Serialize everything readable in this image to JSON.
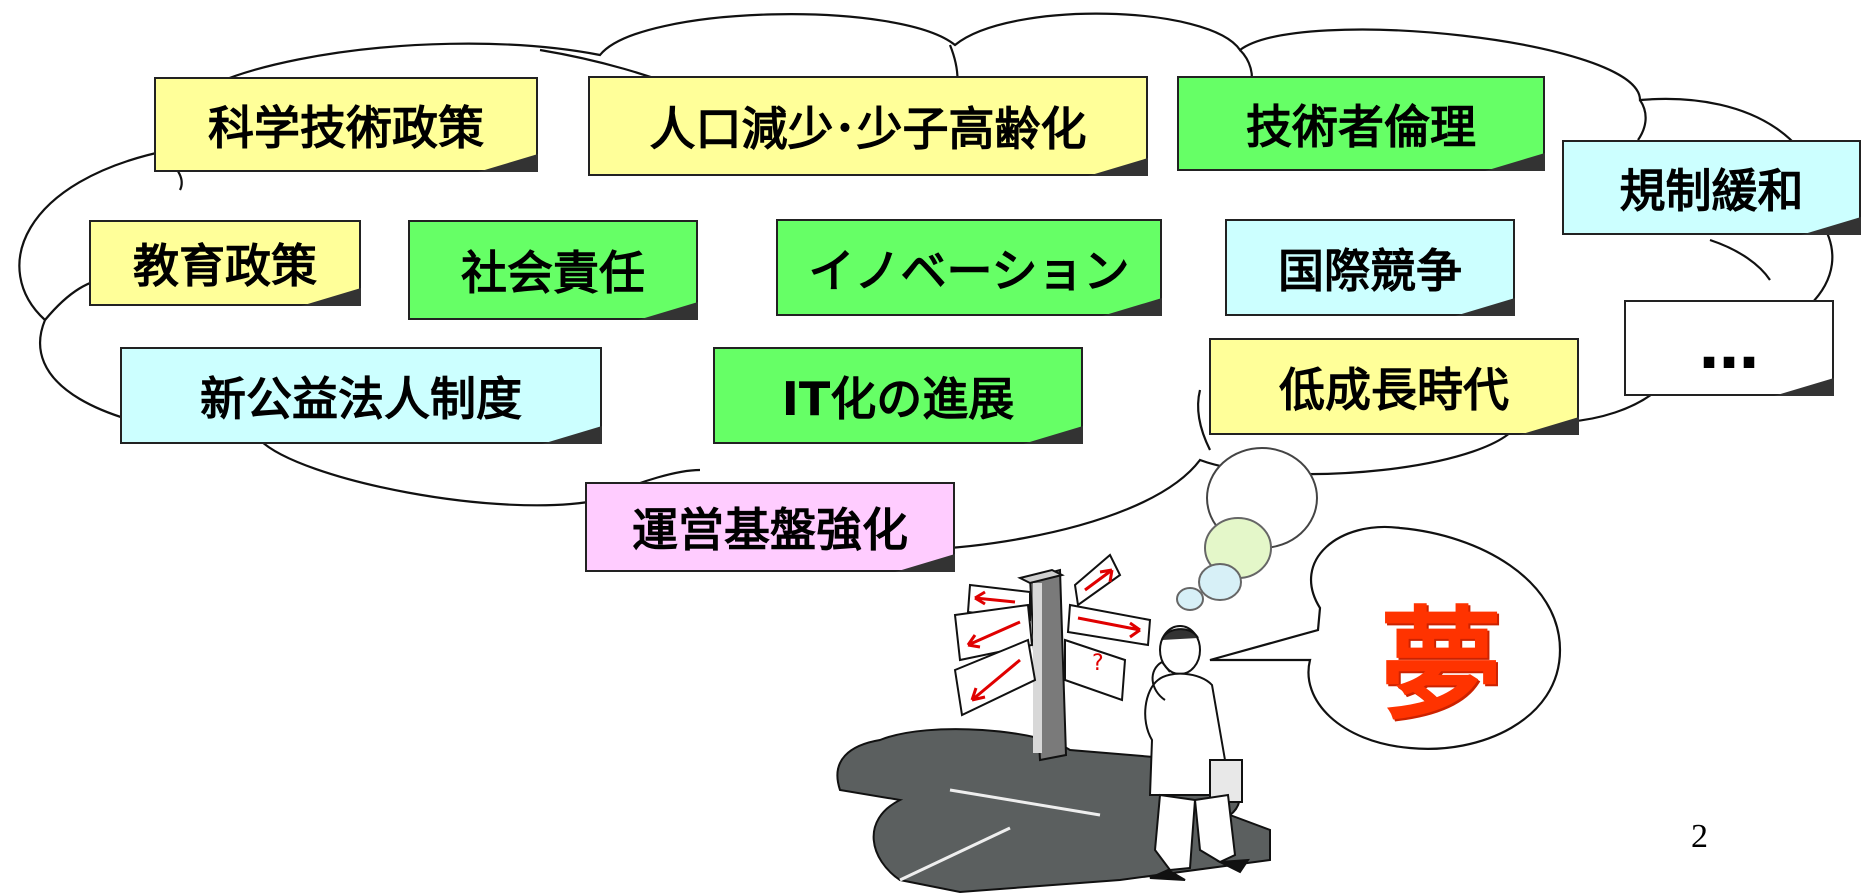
{
  "keywords": {
    "science_policy": "科学技術政策",
    "aging": "人口減少･少子高齢化",
    "engineer_ethics": "技術者倫理",
    "deregulation": "規制緩和",
    "education_policy": "教育政策",
    "social_responsibility": "社会責任",
    "innovation": "イノベーション",
    "intl_competition": "国際競争",
    "public_interest_corp": "新公益法人制度",
    "it_progress": "IT化の進展",
    "low_growth": "低成長時代",
    "ellipsis": "…",
    "governance": "運営基盤強化"
  },
  "speech_bubble": {
    "text": "夢"
  },
  "page_number": "2",
  "colors": {
    "yellow": "#ffff99",
    "green": "#66ff66",
    "light_blue": "#ccffff",
    "pink": "#ffccff",
    "dream_red": "#ff3300"
  }
}
